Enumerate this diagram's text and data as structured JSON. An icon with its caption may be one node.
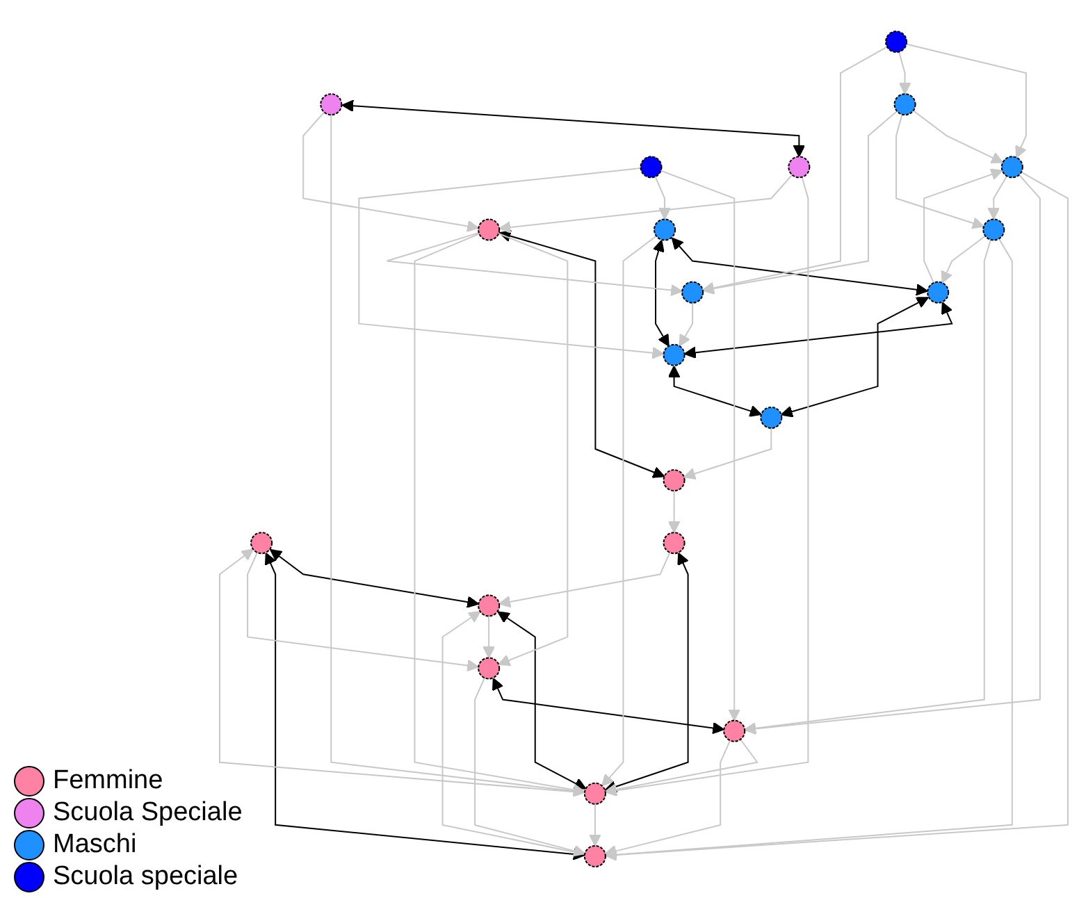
{
  "diagram": {
    "nodes": [
      {
        "text": [],
        "shape": "circle"
      },
      {
        "text": [],
        "shape": "circle"
      },
      {
        "text": [],
        "shape": "circle"
      },
      {
        "text": [],
        "shape": "circle"
      },
      {
        "text": [],
        "shape": "circle"
      },
      {
        "text": [],
        "shape": "circle"
      },
      {
        "text": [],
        "shape": "circle"
      },
      {
        "text": [],
        "shape": "circle"
      },
      {
        "text": [],
        "shape": "circle"
      },
      {
        "text": [],
        "shape": "circle"
      },
      {
        "text": [],
        "shape": "circle"
      },
      {
        "text": [],
        "shape": "circle"
      },
      {
        "text": [],
        "shape": "circle"
      },
      {
        "text": [],
        "shape": "circle"
      },
      {
        "text": [],
        "shape": "circle"
      },
      {
        "text": [],
        "shape": "circle"
      },
      {
        "text": [],
        "shape": "circle"
      },
      {
        "text": [],
        "shape": "circle"
      },
      {
        "text": [],
        "shape": "circle"
      },
      {
        "text": [],
        "shape": "circle"
      },
      {
        "text": [],
        "shape": "circle"
      }
    ],
    "edges": [
      {
        "from": 0,
        "to": 1,
        "arrow": "both",
        "color": "#000000"
      },
      {
        "from": 0,
        "to": 2,
        "arrow": "both",
        "color": "#000000"
      },
      {
        "from": 1,
        "to": 5,
        "arrow": "both",
        "color": "#000000"
      },
      {
        "from": 3,
        "to": 5,
        "arrow": "both",
        "color": "#000000"
      },
      {
        "from": 4,
        "to": 6,
        "arrow": "both",
        "color": "#000000"
      },
      {
        "from": 9,
        "to": 10,
        "arrow": "both",
        "color": "#000000"
      },
      {
        "from": 7,
        "to": 8,
        "arrow": "both",
        "color": "#000000"
      },
      {
        "from": 15,
        "to": 16,
        "arrow": "both",
        "color": "#000000"
      },
      {
        "from": 15,
        "to": 17,
        "arrow": "both",
        "color": "#000000"
      },
      {
        "from": 16,
        "to": 17,
        "arrow": "both",
        "color": "#000000"
      },
      {
        "from": 16,
        "to": 18,
        "arrow": "both",
        "color": "#000000"
      },
      {
        "from": 17,
        "to": 18,
        "arrow": "both",
        "color": "#000000"
      },
      {
        "from": 2,
        "to": 1,
        "arrow": "to"
      },
      {
        "from": 0,
        "to": 4,
        "arrow": "to"
      },
      {
        "from": 1,
        "to": 4,
        "arrow": "to"
      },
      {
        "from": 5,
        "to": 0,
        "arrow": "to"
      },
      {
        "from": 3,
        "to": 1,
        "arrow": "to"
      },
      {
        "from": 4,
        "to": 2,
        "arrow": "to"
      },
      {
        "from": 5,
        "to": 2,
        "arrow": "to"
      },
      {
        "from": 6,
        "to": 5,
        "arrow": "to"
      },
      {
        "from": 6,
        "to": 2,
        "arrow": "to"
      },
      {
        "from": 8,
        "to": 3,
        "arrow": "to"
      },
      {
        "from": 7,
        "to": 4,
        "arrow": "to"
      },
      {
        "from": 7,
        "to": 5,
        "arrow": "to"
      },
      {
        "from": 9,
        "to": 5,
        "arrow": "to"
      },
      {
        "from": 9,
        "to": 7,
        "arrow": "to"
      },
      {
        "from": 10,
        "to": 5,
        "arrow": "to"
      },
      {
        "from": 10,
        "to": 7,
        "arrow": "to"
      },
      {
        "from": 7,
        "to": 14,
        "arrow": "to"
      },
      {
        "from": 18,
        "to": 8,
        "arrow": "to"
      },
      {
        "from": 15,
        "to": 5,
        "arrow": "to"
      },
      {
        "from": 20,
        "to": 6,
        "arrow": "to"
      },
      {
        "from": 11,
        "to": 2,
        "arrow": "to"
      },
      {
        "from": 12,
        "to": 2,
        "arrow": "to"
      },
      {
        "from": 11,
        "to": 6,
        "arrow": "to"
      },
      {
        "from": 12,
        "to": 6,
        "arrow": "to"
      },
      {
        "from": 11,
        "to": 12,
        "arrow": "to"
      },
      {
        "from": 19,
        "to": 11,
        "arrow": "to"
      },
      {
        "from": 13,
        "to": 11,
        "arrow": "to"
      },
      {
        "from": 19,
        "to": 13,
        "arrow": "to"
      },
      {
        "from": 13,
        "to": 12,
        "arrow": "to"
      },
      {
        "from": 19,
        "to": 14,
        "arrow": "to"
      },
      {
        "from": 13,
        "to": 14,
        "arrow": "to"
      },
      {
        "from": 16,
        "to": 11,
        "arrow": "to"
      },
      {
        "from": 12,
        "to": 16,
        "arrow": "to"
      },
      {
        "from": 14,
        "to": 17,
        "arrow": "to"
      },
      {
        "from": 20,
        "to": 15,
        "arrow": "to"
      },
      {
        "from": 20,
        "to": 17,
        "arrow": "to"
      }
    ],
    "legend": [
      {
        "text": "Femmine",
        "color": "#ff82a5"
      },
      {
        "text": "Scuola Speciale",
        "color": "#ee82ee"
      },
      {
        "text": "Maschi",
        "color": "#1e90ff"
      },
      {
        "text": "Scuola speciale",
        "color": "#0000ff"
      }
    ]
  }
}
